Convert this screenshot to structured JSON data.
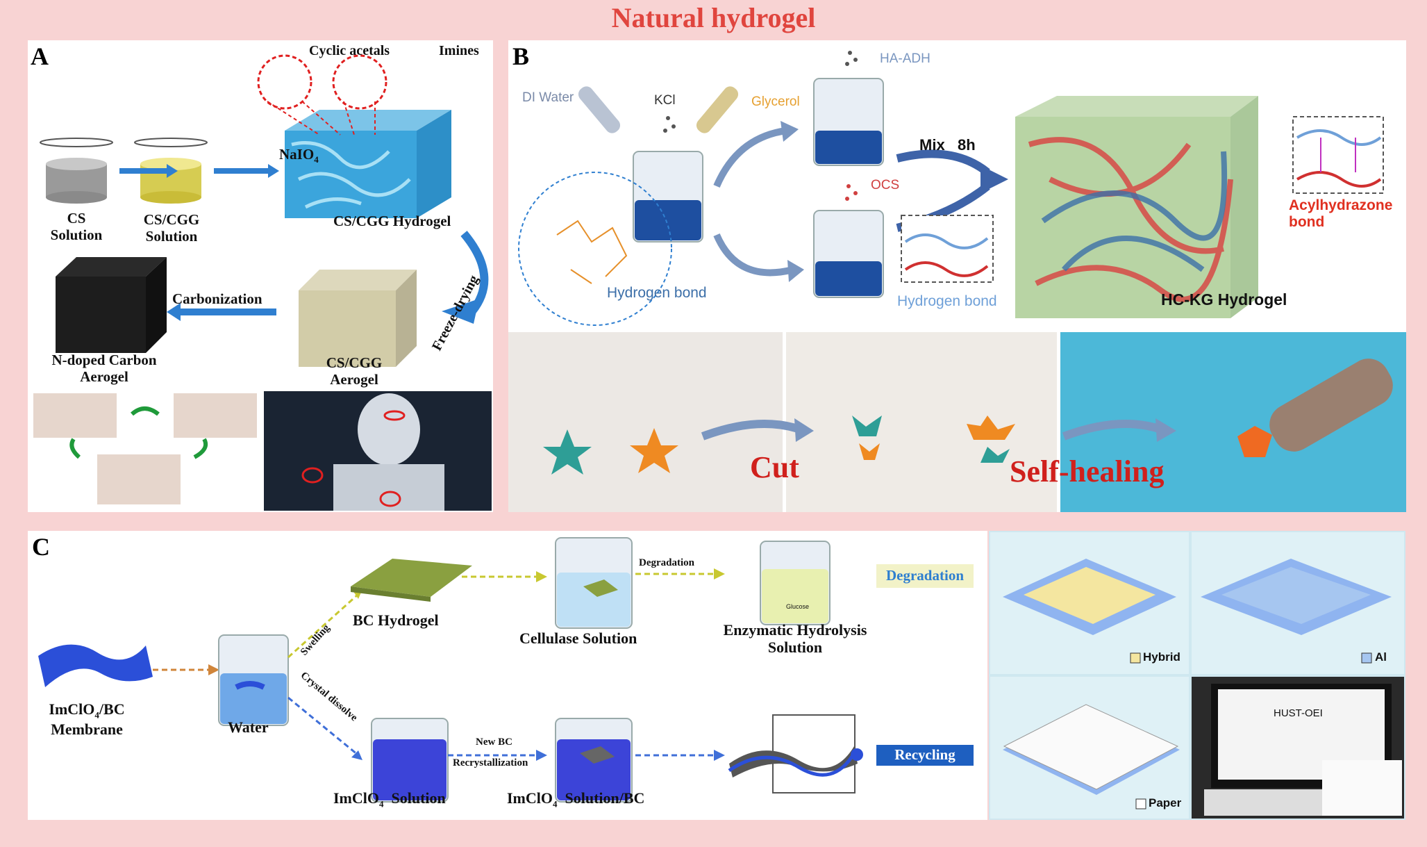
{
  "title": "Natural hydrogel",
  "panel_a": {
    "letter": "A",
    "cyclic_acetals": "Cyclic acetals",
    "imines": "Imines",
    "cs_solution": "CS\nSolution",
    "cs_cgg_solution": "CS/CGG\nSolution",
    "naio4": "NaIO",
    "naio4_sub": "4",
    "cs_cgg_hydrogel": "CS/CGG Hydrogel",
    "carbonization": "Carbonization",
    "freeze_drying": "Freeze-drying",
    "n_doped": "N-doped Carbon\nAerogel",
    "cs_cgg_aerogel": "CS/CGG\nAerogel"
  },
  "panel_b": {
    "letter": "B",
    "di_water": "DI Water",
    "kcl": "KCl",
    "glycerol": "Glycerol",
    "ha_adh": "HA-ADH",
    "mix": "Mix   8h",
    "ocs": "OCS",
    "hydrogen_bond_1": "Hydrogen bond",
    "hydrogen_bond_2": "Hydrogen bond",
    "hc_kg": "HC-KG Hydrogel",
    "acylhydrazone": "Acylhydrazone\nbond",
    "cut": "Cut",
    "self_healing": "Self-healing"
  },
  "panel_c": {
    "letter": "C",
    "membrane": "ImClO",
    "membrane_sub": "4",
    "membrane_tail": "/BC\nMembrane",
    "water": "Water",
    "swelling": "Swelling",
    "crystal_dissolve": "Crystal dissolve",
    "bc_hydrogel": "BC Hydrogel",
    "cellulase": "Cellulase Solution",
    "degradation_arrow": "Degradation",
    "enzymatic": "Enzymatic Hydrolysis\nSolution",
    "degradation_box": "Degradation",
    "imclo4_solution": "ImClO",
    "imclo4_solution_sub": "4",
    "imclo4_solution_tail": "  Solution",
    "imclo4_bc": "ImClO",
    "imclo4_bc_sub": "4",
    "imclo4_bc_tail": "  Solution/BC",
    "new_bc": "New BC",
    "recrystallization": "Recrystallization",
    "recycling": "Recycling",
    "glucose": "Glucose"
  },
  "keyboards": {
    "hybrid": "Hybrid",
    "al": "Al",
    "paper": "Paper",
    "screen_text": "HUST-OEI"
  },
  "colors": {
    "background": "#f8d3d3",
    "title": "#e0453e",
    "arrow_blue": "#2f7fd0",
    "cut_red": "#d0201c",
    "gel_blue": "#1e4fa0"
  }
}
